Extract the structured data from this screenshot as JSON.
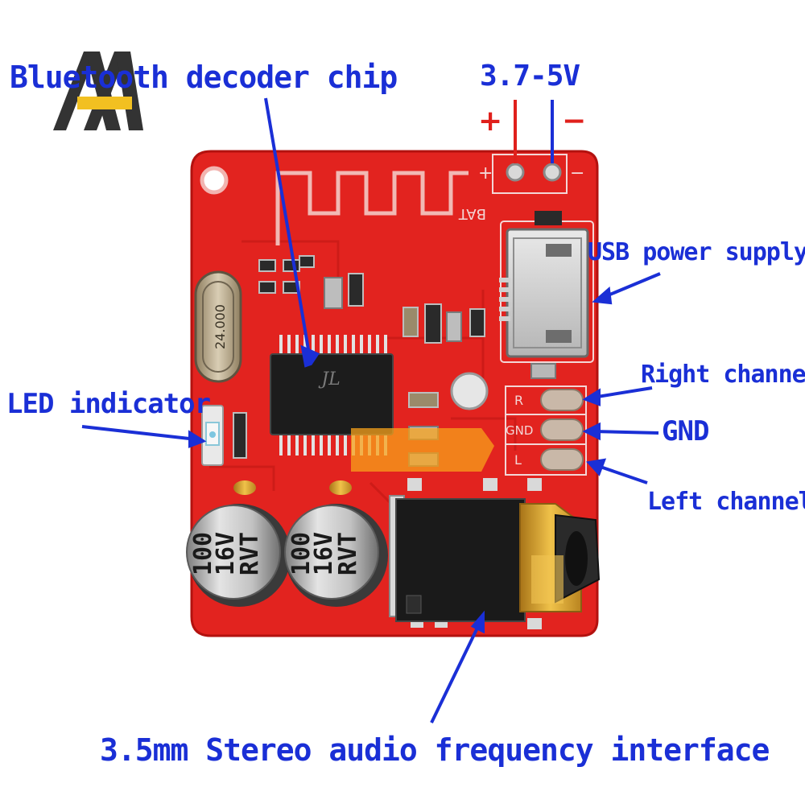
{
  "brand": {
    "logo_letters": "AA",
    "colors": {
      "dark": "#333333",
      "accent": "#f2c021"
    }
  },
  "annotations": {
    "decoder_chip": "Bluetooth decoder chip",
    "voltage": "3.7-5V",
    "plus": "+",
    "minus": "−",
    "usb_power": "USB power supply",
    "right_channel": "Right channel",
    "gnd": "GND",
    "left_channel": "Left channel",
    "led_indicator": "LED indicator",
    "audio_jack": "3.5mm Stereo audio frequency interface"
  },
  "board_markings": {
    "crystal": "24.000",
    "bat": "BAT",
    "bat_plus": "+",
    "bat_minus": "−",
    "pad_r": "R",
    "pad_gnd": "GND",
    "pad_l": "L",
    "chip_logo": "JL",
    "capacitor_1": {
      "value": "100",
      "voltage": "16V",
      "series": "RVT"
    },
    "capacitor_2": {
      "value": "100",
      "voltage": "16V",
      "series": "RVT"
    }
  },
  "colors": {
    "annotation_blue": "#1a2fd6",
    "annotation_red": "#e0201c",
    "pcb_red": "#e2231f",
    "trace_red": "#c81a17",
    "gold": "#d6a12a",
    "silver": "#c9c9c9"
  }
}
